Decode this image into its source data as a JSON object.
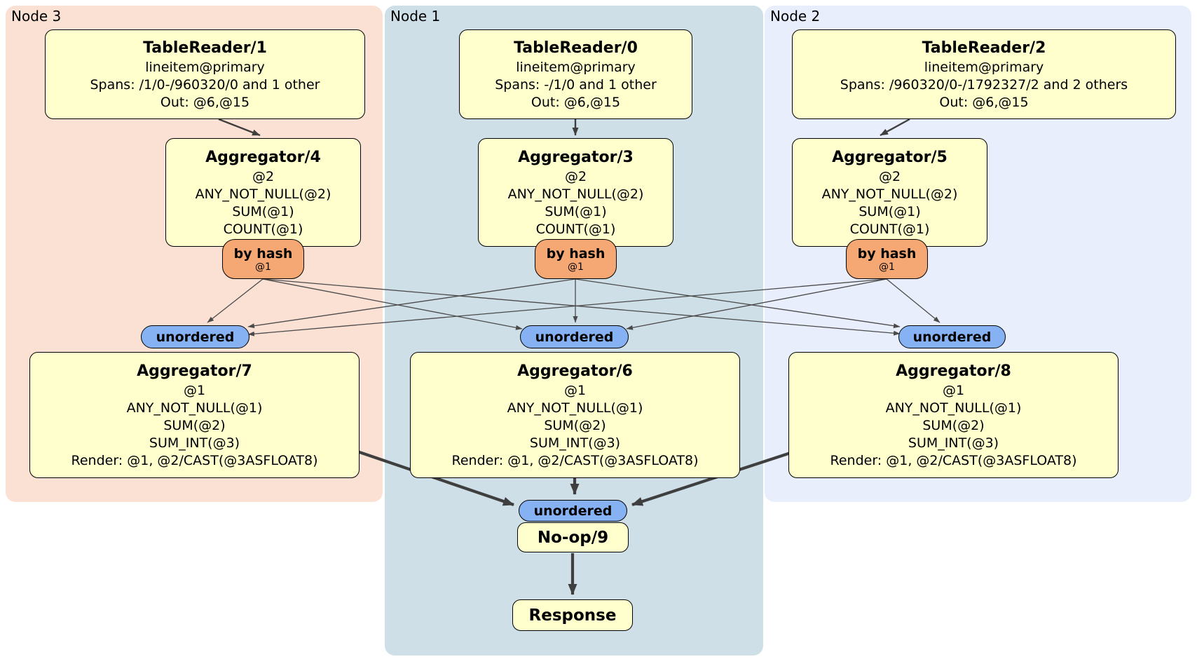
{
  "regions": {
    "node3": {
      "label": "Node 3"
    },
    "node1": {
      "label": "Node 1"
    },
    "node2": {
      "label": "Node 2"
    }
  },
  "processors": {
    "tablereader1": {
      "title": "TableReader/1",
      "lines": [
        "lineitem@primary",
        "Spans: /1/0-/960320/0 and 1 other",
        "Out: @6,@15"
      ]
    },
    "tablereader0": {
      "title": "TableReader/0",
      "lines": [
        "lineitem@primary",
        "Spans: -/1/0 and 1 other",
        "Out: @6,@15"
      ]
    },
    "tablereader2": {
      "title": "TableReader/2",
      "lines": [
        "lineitem@primary",
        "Spans: /960320/0-/1792327/2 and 2 others",
        "Out: @6,@15"
      ]
    },
    "aggregator4": {
      "title": "Aggregator/4",
      "lines": [
        "@2",
        "ANY_NOT_NULL(@2)",
        "SUM(@1)",
        "COUNT(@1)"
      ]
    },
    "aggregator3": {
      "title": "Aggregator/3",
      "lines": [
        "@2",
        "ANY_NOT_NULL(@2)",
        "SUM(@1)",
        "COUNT(@1)"
      ]
    },
    "aggregator5": {
      "title": "Aggregator/5",
      "lines": [
        "@2",
        "ANY_NOT_NULL(@2)",
        "SUM(@1)",
        "COUNT(@1)"
      ]
    },
    "aggregator7": {
      "title": "Aggregator/7",
      "lines": [
        "@1",
        "ANY_NOT_NULL(@1)",
        "SUM(@2)",
        "SUM_INT(@3)",
        "Render: @1, @2/CAST(@3ASFLOAT8)"
      ]
    },
    "aggregator6": {
      "title": "Aggregator/6",
      "lines": [
        "@1",
        "ANY_NOT_NULL(@1)",
        "SUM(@2)",
        "SUM_INT(@3)",
        "Render: @1, @2/CAST(@3ASFLOAT8)"
      ]
    },
    "aggregator8": {
      "title": "Aggregator/8",
      "lines": [
        "@1",
        "ANY_NOT_NULL(@1)",
        "SUM(@2)",
        "SUM_INT(@3)",
        "Render: @1, @2/CAST(@3ASFLOAT8)"
      ]
    },
    "noop9": {
      "title": "No-op/9"
    },
    "response": {
      "title": "Response"
    }
  },
  "routers": {
    "byhash4": {
      "label": "by hash",
      "key": "@1"
    },
    "byhash3": {
      "label": "by hash",
      "key": "@1"
    },
    "byhash5": {
      "label": "by hash",
      "key": "@1"
    }
  },
  "synchronizers": {
    "unordered7": {
      "label": "unordered"
    },
    "unordered6": {
      "label": "unordered"
    },
    "unordered8": {
      "label": "unordered"
    },
    "unordered9": {
      "label": "unordered"
    }
  },
  "colors": {
    "node3_bg": "#fbe0d4",
    "node1_bg": "#cfdfe8",
    "node2_bg": "#e8eefb",
    "processor_fill": "#feffcd",
    "router_fill": "#f5a873",
    "sync_fill": "#86b2f3",
    "edge": "#454545"
  }
}
